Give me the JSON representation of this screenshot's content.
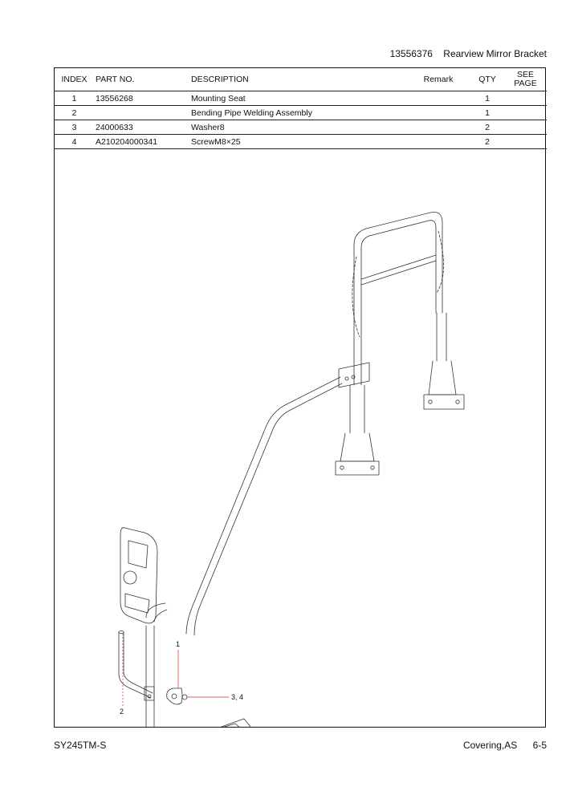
{
  "header": {
    "part_number": "13556376",
    "title": "Rearview Mirror Bracket"
  },
  "table": {
    "columns": {
      "index": "INDEX",
      "part_no": "PART NO.",
      "description": "DESCRIPTION",
      "remark": "Remark",
      "qty": "QTY",
      "see_page_1": "SEE",
      "see_page_2": "PAGE"
    },
    "rows": [
      {
        "index": "1",
        "part_no": "13556268",
        "description": "Mounting Seat",
        "remark": "",
        "qty": "1",
        "see_page": ""
      },
      {
        "index": "2",
        "part_no": "",
        "description": "Bending Pipe Welding Assembly",
        "remark": "",
        "qty": "1",
        "see_page": ""
      },
      {
        "index": "3",
        "part_no": "24000633",
        "description": "Washer8",
        "remark": "",
        "qty": "2",
        "see_page": ""
      },
      {
        "index": "4",
        "part_no": "A210204000341",
        "description": "ScrewM8×25",
        "remark": "",
        "qty": "2",
        "see_page": ""
      }
    ]
  },
  "callouts": {
    "item_1": "1",
    "item_2": "2",
    "item_3_4": "3, 4"
  },
  "footer": {
    "model": "SY245TM-S",
    "section": "Covering,AS",
    "page": "6-5"
  }
}
